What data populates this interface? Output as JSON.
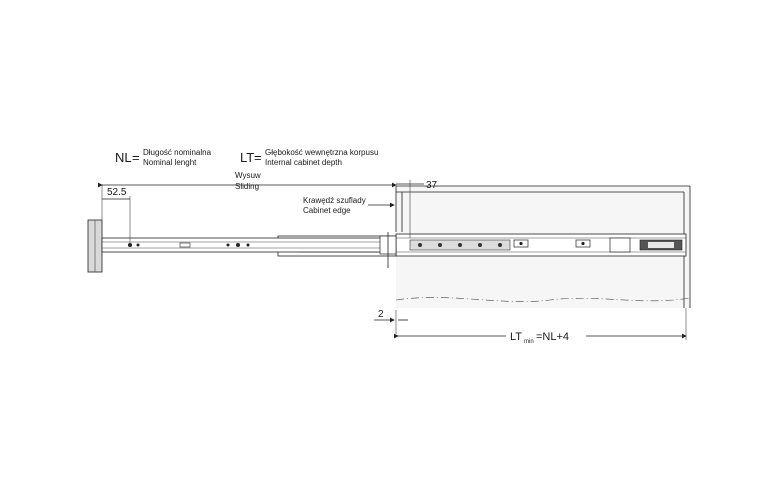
{
  "legend": {
    "nl": {
      "symbol": "NL",
      "eq": "=",
      "line1": "Długość nominalna",
      "line2": "Nominal lenght"
    },
    "lt": {
      "symbol": "LT",
      "eq": "=",
      "line1": "Głębokość wewnętrzna korpusu",
      "line2": "Internal cabinet depth"
    }
  },
  "labels": {
    "sliding_pl": "Wysuw",
    "sliding_en": "Sliding",
    "edge_pl": "Krawędź szuflady",
    "edge_en": "Cabinet edge"
  },
  "dimensions": {
    "front_offset": "52.5",
    "rear_offset": "37",
    "gap": "2",
    "lt_symbol": "LT",
    "lt_sub": "min",
    "lt_formula": "=NL+4"
  },
  "colors": {
    "line": "#222222",
    "fill_light": "#e8e8e8",
    "fill_dark": "#555555"
  }
}
